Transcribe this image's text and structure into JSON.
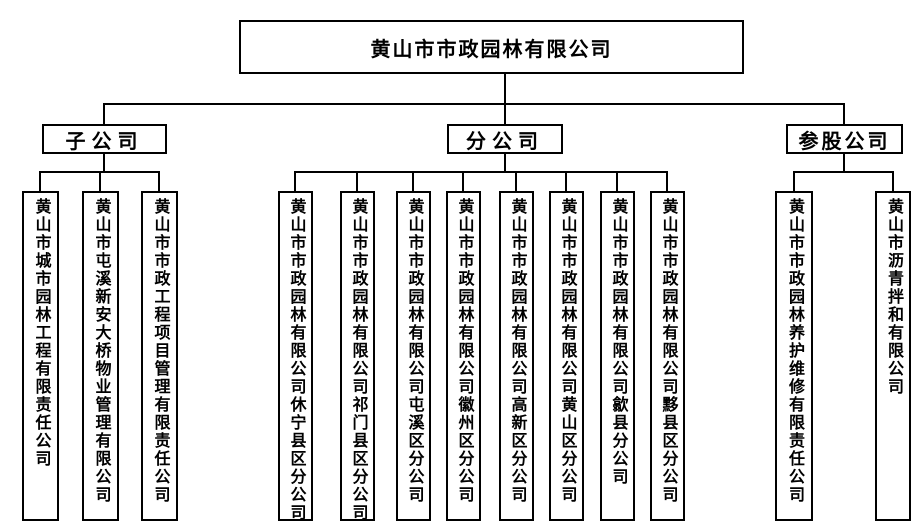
{
  "diagram": {
    "type": "org-chart",
    "root": {
      "label": "黄山市市政园林有限公司"
    },
    "groups": [
      {
        "label": "子公司",
        "children": [
          "黄山市城市园林工程有限责任公司",
          "黄山市屯溪新安大桥物业管理有限公司",
          "黄山市市政工程项目管理有限责任公司"
        ]
      },
      {
        "label": "分公司",
        "children": [
          "黄山市市政园林有限公司休宁县区分公司",
          "黄山市市政园林有限公司祁门县区分公司",
          "黄山市市政园林有限公司屯溪区分公司",
          "黄山市市政园林有限公司徽州区分公司",
          "黄山市市政园林有限公司高新区分公司",
          "黄山市市政园林有限公司黄山区分公司",
          "黄山市市政园林有限公司歙县分公司",
          "黄山市市政园林有限公司黟县区分公司"
        ]
      },
      {
        "label": "参股公司",
        "children": [
          "黄山市市政园林养护维修有限责任公司",
          "黄山市沥青拌和有限公司"
        ]
      }
    ],
    "colors": {
      "line": "#000000",
      "border": "#000000",
      "background": "#ffffff",
      "text": "#000000"
    }
  }
}
